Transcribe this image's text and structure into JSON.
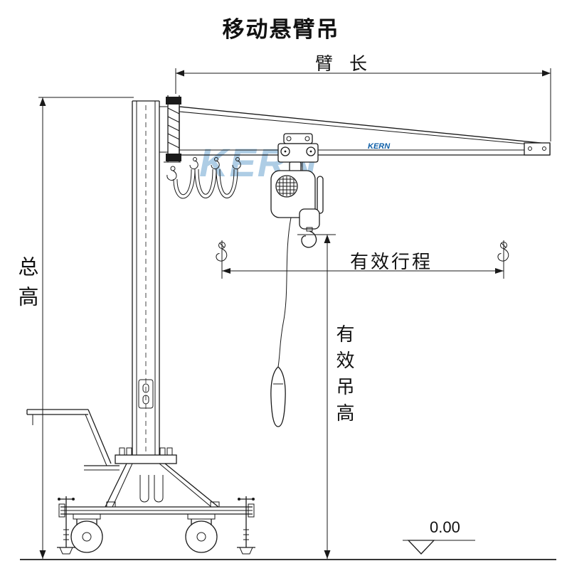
{
  "title": "移动悬臂吊",
  "dimensions": {
    "arm_length": "臂 长",
    "total_height": "总高",
    "effective_travel": "有效行程",
    "effective_lift_height": "有效吊高",
    "ground_level": "0.00"
  },
  "brand": {
    "beam_label": "KERN",
    "watermark": "KERN"
  },
  "icons": {
    "travel_end_left": "lifting-hook-icon",
    "travel_end_right": "lifting-hook-icon",
    "ground_datum": "ground-level-triangle-icon"
  },
  "colors": {
    "line": "#1a1a1a",
    "watermark_blue": "#aecde5",
    "brand_blue": "#1060a8",
    "background": "#ffffff"
  }
}
